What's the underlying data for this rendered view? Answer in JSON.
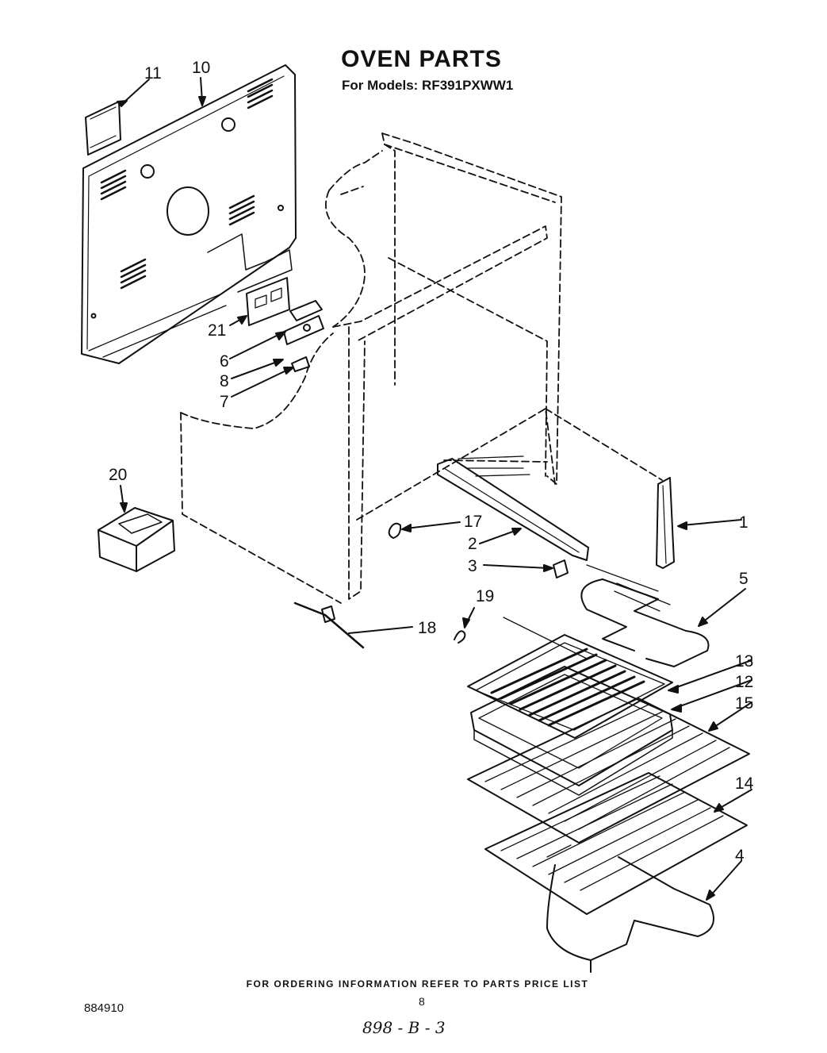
{
  "header": {
    "title": "OVEN PARTS",
    "subtitle": "For Models: RF391PXWW1"
  },
  "callouts": [
    "11",
    "10",
    "21",
    "6",
    "8",
    "7",
    "20",
    "17",
    "1",
    "2",
    "3",
    "19",
    "18",
    "5",
    "13",
    "12",
    "15",
    "14",
    "4"
  ],
  "footer": {
    "ordering_note": "FOR ORDERING INFORMATION REFER TO PARTS PRICE LIST",
    "page_number": "8",
    "document_number": "884910",
    "handwritten_note": "898 - B - 3"
  }
}
